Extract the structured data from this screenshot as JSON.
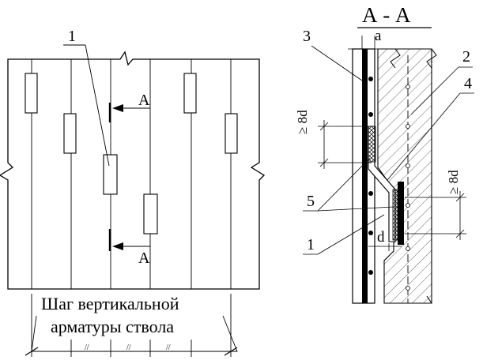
{
  "plan": {
    "marker_1": "1",
    "section_mark_top": "A",
    "section_mark_bottom": "A",
    "caption_line1": "Шаг вертикальной",
    "caption_line2": "арматуры ствола",
    "tick_1": "//",
    "tick_2": "//",
    "tick_3": "//"
  },
  "section": {
    "title": "А - А",
    "label_3": "3",
    "label_a": "a",
    "label_2": "2",
    "label_4": "4",
    "label_5": "5",
    "label_1": "1",
    "label_d": "d",
    "dim_left": "≥ 8d",
    "dim_right": "≥ 8d"
  }
}
